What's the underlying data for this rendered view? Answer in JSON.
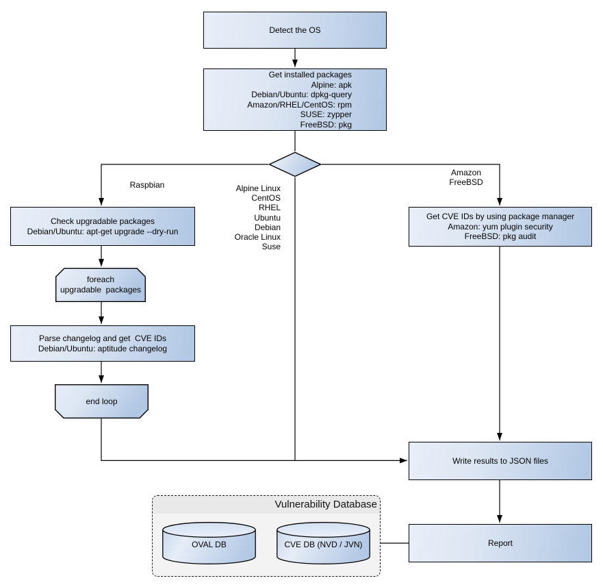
{
  "nodes": {
    "detect_os": {
      "label": "Detect the OS"
    },
    "get_packages": {
      "label": "Get installed packages\nAlpine: apk\nDebian/Ubuntu: dpkg-query\nAmazon/RHEL/CentOS: rpm\nSUSE: zypper\nFreeBSD: pkg"
    },
    "check_upgradable": {
      "label": "Check upgradable packages\nDebian/Ubuntu: apt-get upgrade --dry-run"
    },
    "foreach_loop": {
      "label": "foreach\nupgradable  packages"
    },
    "parse_changelog": {
      "label": "Parse changelog and get  CVE IDs\nDebian/Ubuntu: aptitude changelog"
    },
    "end_loop": {
      "label": "end loop"
    },
    "get_cve_ids": {
      "label": "Get CVE IDs by using package manager\nAmazon: yum plugin security\nFreeBSD: pkg audit"
    },
    "write_results": {
      "label": "Write results to JSON files"
    },
    "report": {
      "label": "Report"
    },
    "oval_db": {
      "label": "OVAL DB"
    },
    "cve_db": {
      "label": "CVE DB (NVD / JVN)"
    }
  },
  "edge_labels": {
    "left_branch": "Raspbian",
    "middle_branch": "Alpine Linux\nCentOS\nRHEL\nUbuntu\nDebian\nOracle Linux\nSuse",
    "right_branch": "Amazon\nFreeBSD"
  },
  "group": {
    "title": "Vulnerability Database"
  },
  "colors": {
    "node_fill_light": "#e9eef8",
    "node_fill_dark": "#b1c7e4",
    "node_border": "#000000",
    "edge_line": "#000000",
    "group_background": "#f3f3f3",
    "group_header": "#e9e9e9"
  }
}
